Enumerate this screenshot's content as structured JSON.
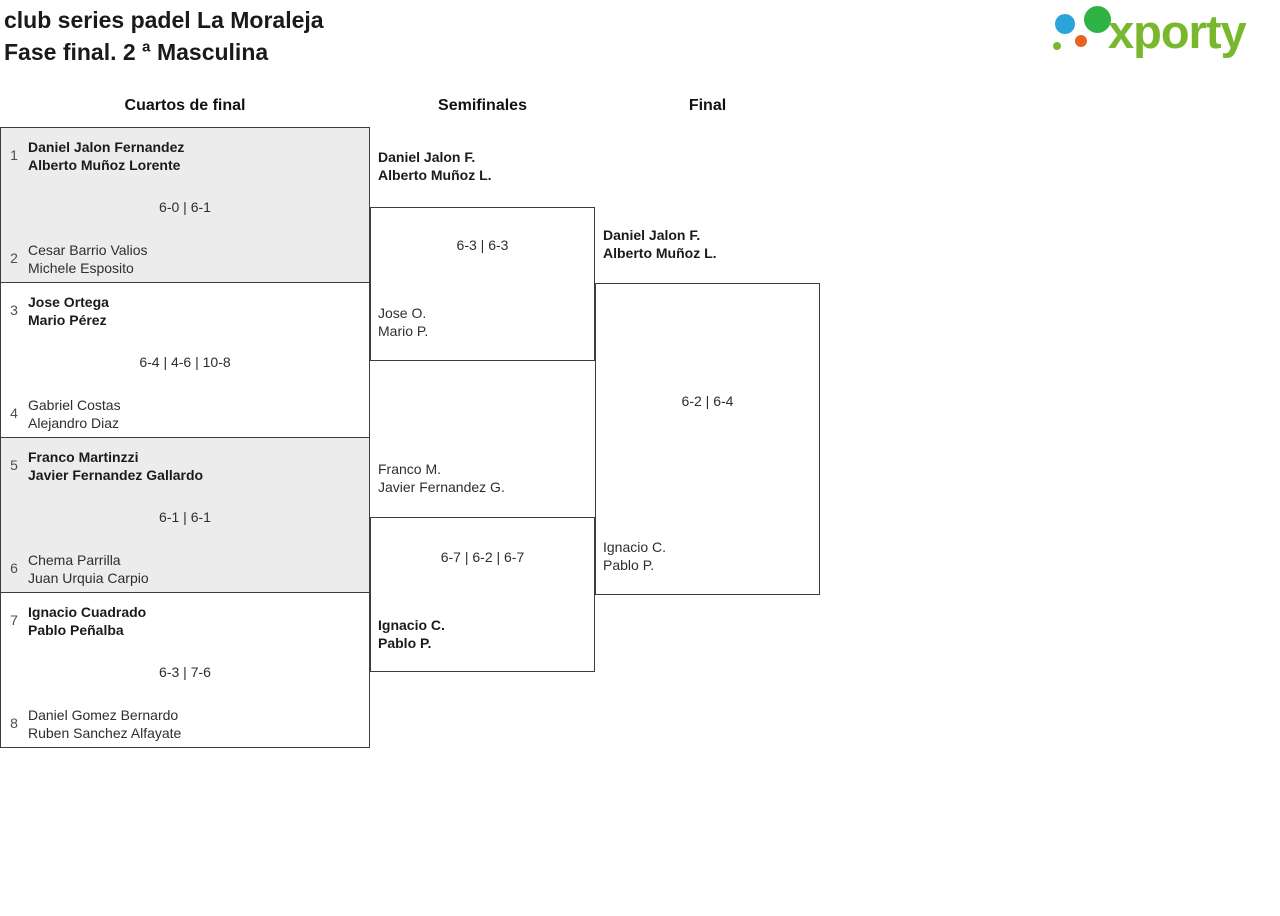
{
  "header": {
    "title_line1": "club series padel La Moraleja",
    "title_line2": "Fase final. 2 ª Masculina",
    "logo_text": "xporty"
  },
  "columns": {
    "quarterfinals": "Cuartos de final",
    "semifinals": "Semifinales",
    "final": "Final"
  },
  "colors": {
    "brand-green": "#78b72e",
    "dot-green": "#2fb344",
    "dot-blue": "#2aa5dc",
    "dot-orange": "#e96224",
    "border": "#3d3d3d",
    "shaded-match": "#ececec",
    "text": "#2e2e2e"
  },
  "bracket": {
    "quarterfinals": [
      {
        "seed_top": "1",
        "seed_bottom": "2",
        "team_top": [
          "Daniel Jalon Fernandez",
          "Alberto Muñoz Lorente"
        ],
        "team_bottom": [
          "Cesar Barrio Valios",
          "Michele Esposito"
        ],
        "score": "6-0 | 6-1",
        "winner": "top",
        "shaded": true
      },
      {
        "seed_top": "3",
        "seed_bottom": "4",
        "team_top": [
          "Jose Ortega",
          "Mario Pérez"
        ],
        "team_bottom": [
          "Gabriel Costas",
          "Alejandro Diaz"
        ],
        "score": "6-4 | 4-6 | 10-8",
        "winner": "top",
        "shaded": false
      },
      {
        "seed_top": "5",
        "seed_bottom": "6",
        "team_top": [
          "Franco Martinzzi",
          "Javier Fernandez Gallardo"
        ],
        "team_bottom": [
          "Chema Parrilla",
          "Juan Urquia Carpio"
        ],
        "score": "6-1 | 6-1",
        "winner": "top",
        "shaded": true
      },
      {
        "seed_top": "7",
        "seed_bottom": "8",
        "team_top": [
          "Ignacio Cuadrado",
          "Pablo Peñalba"
        ],
        "team_bottom": [
          "Daniel Gomez Bernardo",
          "Ruben Sanchez Alfayate"
        ],
        "score": "6-3 | 7-6",
        "winner": "top",
        "shaded": false
      }
    ],
    "semifinals": [
      {
        "team_top": [
          "Daniel Jalon F.",
          "Alberto Muñoz L."
        ],
        "team_bottom": [
          "Jose O.",
          "Mario P."
        ],
        "score": "6-3 | 6-3",
        "winner": "top"
      },
      {
        "team_top": [
          "Franco M.",
          "Javier Fernandez G."
        ],
        "team_bottom": [
          "Ignacio C.",
          "Pablo P."
        ],
        "score": "6-7 | 6-2 | 6-7",
        "winner": "bottom"
      }
    ],
    "final": {
      "team_top": [
        "Daniel Jalon F.",
        "Alberto Muñoz L."
      ],
      "team_bottom": [
        "Ignacio C.",
        "Pablo P."
      ],
      "score": "6-2 | 6-4",
      "winner": "top"
    }
  }
}
